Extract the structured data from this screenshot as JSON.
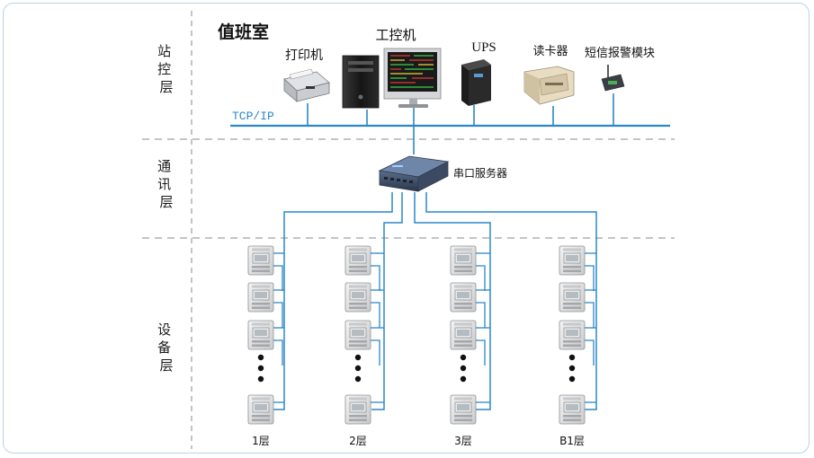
{
  "layers": {
    "station": "站\n控\n层",
    "comm": "通\n讯\n层",
    "device": "设\n备\n层"
  },
  "room_title": "值班室",
  "network_label": "TCP/IP",
  "devices": {
    "printer": "打印机",
    "ipc": "工控机",
    "ups": "UPS",
    "reader": "读卡器",
    "sms": "短信报警模块"
  },
  "serial_server": "串口服务器",
  "floors": [
    "1层",
    "2层",
    "3层",
    "B1层"
  ],
  "colors": {
    "line": "#2a87c8",
    "dash": "#8a8a8a",
    "text": "#1a1a1a"
  }
}
